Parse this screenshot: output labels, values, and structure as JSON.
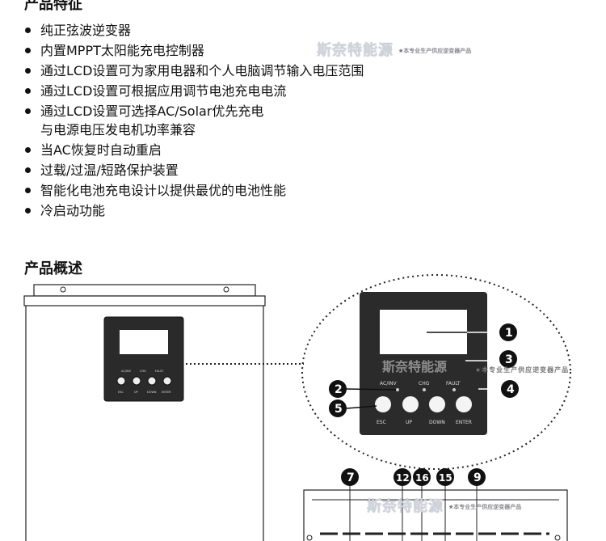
{
  "section_features": {
    "title": "产品特征",
    "items": [
      {
        "line1": "纯正弦波逆变器",
        "line2": ""
      },
      {
        "line1": "内置MPPT太阳能充电控制器",
        "line2": ""
      },
      {
        "line1": "通过LCD设置可为家用电器和个人电脑调节输入电压范围",
        "line2": ""
      },
      {
        "line1": "通过LCD设置可根据应用调节电池充电电流",
        "line2": ""
      },
      {
        "line1": "通过LCD设置可选择AC/Solar优先充电",
        "line2": "与电源电压发电机功率兼容"
      },
      {
        "line1": "当AC恢复时自动重启",
        "line2": ""
      },
      {
        "line1": "过载/过温/短路保护装置",
        "line2": ""
      },
      {
        "line1": "智能化电池充电设计以提供最优的电池性能",
        "line2": ""
      },
      {
        "line1": "冷启动功能",
        "line2": ""
      }
    ]
  },
  "section_overview": {
    "title": "产品概述"
  },
  "watermark": {
    "text": "斯奈特能源",
    "sub": "★本专业生产供应逆变器产品"
  },
  "panel": {
    "led_labels": [
      "AC/INV",
      "CHG",
      "FAULT"
    ],
    "buttons": [
      "ESC",
      "UP",
      "DOWN",
      "ENTER"
    ],
    "callouts_right": [
      "1",
      "3",
      "4"
    ],
    "callouts_left": [
      "2",
      "5"
    ],
    "callouts_bottom": [
      "7",
      "12",
      "16",
      "15",
      "9"
    ]
  }
}
